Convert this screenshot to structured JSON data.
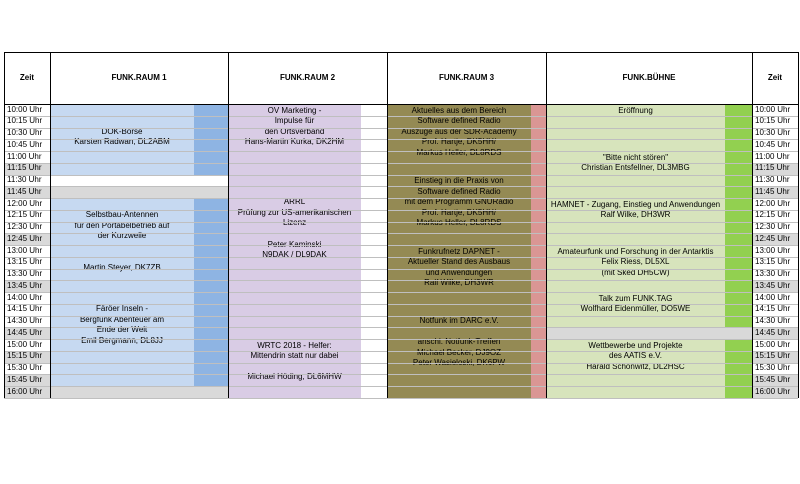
{
  "headers": {
    "zeit_left": "Zeit",
    "rooms": [
      "FUNK.RAUM 1",
      "FUNK.RAUM 2",
      "FUNK.RAUM 3",
      "FUNK.BÜHNE"
    ],
    "zeit_right": "Zeit"
  },
  "times": [
    "10:00 Uhr",
    "10:15 Uhr",
    "10:30 Uhr",
    "10:45 Uhr",
    "11:00 Uhr",
    "11:15 Uhr",
    "11:30 Uhr",
    "11:45 Uhr",
    "12:00 Uhr",
    "12:15 Uhr",
    "12:30 Uhr",
    "12:45 Uhr",
    "13:00 Uhr",
    "13:15 Uhr",
    "13:30 Uhr",
    "13:45 Uhr",
    "14:00 Uhr",
    "14:15 Uhr",
    "14:30 Uhr",
    "14:45 Uhr",
    "15:00 Uhr",
    "15:15 Uhr",
    "15:30 Uhr",
    "15:45 Uhr",
    "16:00 Uhr"
  ],
  "break_rows": [
    5,
    7,
    11,
    15,
    19,
    21,
    23,
    24
  ],
  "colors": {
    "raum1": "#c6d9f1",
    "raum1_accent": "#8eb4e3",
    "raum2": "#d9cce5",
    "raum2_accent": "#ffffff",
    "raum3": "#948a54",
    "raum3_accent": "#da9694",
    "buehne": "#d7e4bc",
    "buehne_accent": "#92d050",
    "break": "#d9d9d9"
  },
  "events": [
    {
      "col": 1,
      "start": 0,
      "end": 5,
      "lines": [
        "",
        "",
        "DOK-Börse",
        "Karsten Radwan, DL2ABM"
      ]
    },
    {
      "col": 1,
      "start": 8,
      "end": 15,
      "lines": [
        "",
        "Selbstbau-Antennen",
        "für den Portabelbetrieb auf",
        "der Kurzwelle",
        "",
        "",
        "Martin Steyer, DK7ZB"
      ]
    },
    {
      "col": 1,
      "start": 16,
      "end": 23,
      "lines": [
        "",
        "Färöer Inseln -",
        "Bergfunk Abenteuer am",
        "Ende der Welt",
        "Emil Bergmann, DL8JJ"
      ]
    },
    {
      "col": 2,
      "start": 0,
      "end": 5,
      "lines": [
        "OV Marketing -",
        "Impulse für",
        "den Ortsverband",
        "Hans-Martin Kurka, DK2HM"
      ]
    },
    {
      "col": 2,
      "start": 6,
      "end": 19,
      "lines": [
        "",
        "",
        "ARRL",
        "Prüfung zur US-amerikanischen",
        "Lizenz",
        "",
        "Peter Kaminski",
        "N9DAK / DL9DAK"
      ]
    },
    {
      "col": 2,
      "start": 20,
      "end": 24,
      "lines": [
        "WRTC 2018 - Helfer:",
        "Mittendrin statt nur dabei",
        "",
        "Michael Höding, DL6MHW"
      ]
    },
    {
      "col": 3,
      "start": 0,
      "end": 5,
      "lines": [
        "Aktuelles aus dem Bereich",
        "Software defined Radio",
        "Auszüge aus der SDR-Academy",
        "Prof. Hartje, DK5HH/",
        "Markus Heller, DL8RDS"
      ]
    },
    {
      "col": 3,
      "start": 6,
      "end": 11,
      "lines": [
        "Einstieg in die Praxis von",
        "Software defined Radio",
        "mit dem Programm GNURadio",
        "Prof. Hartje, DK5HH/",
        "Markus Heller, DL8RDS"
      ]
    },
    {
      "col": 3,
      "start": 12,
      "end": 16,
      "lines": [
        "Funkrufnetz DAPNET -",
        "Aktueller Stand des Ausbaus",
        "und Anwendungen",
        "Ralf Wilke, DH3WR"
      ]
    },
    {
      "col": 3,
      "start": 17,
      "end": 24,
      "lines": [
        "",
        "Notfunk im DARC e.V.",
        "",
        "anschl. Notfunk-Treffen",
        "Michael Becker, DJ9OZ",
        "Peter Wasieloski, DK6PW"
      ]
    },
    {
      "col": 4,
      "start": 0,
      "end": 3,
      "lines": [
        "Eröffnung"
      ]
    },
    {
      "col": 4,
      "start": 4,
      "end": 7,
      "lines": [
        "\"Bitte nicht stören\"",
        "Christian Entsfellner, DL3MBG"
      ]
    },
    {
      "col": 4,
      "start": 8,
      "end": 11,
      "lines": [
        "HAMNET - Zugang, Einstieg und Anwendungen",
        "Ralf Wilke, DH3WR"
      ]
    },
    {
      "col": 4,
      "start": 12,
      "end": 15,
      "lines": [
        "Amateurfunk und Forschung in der Antarktis",
        "Felix Riess, DL5XL",
        "(mit Sked DH5CW)"
      ]
    },
    {
      "col": 4,
      "start": 16,
      "end": 18,
      "lines": [
        "Talk zum FUNK.TAG",
        "Wolfhard Eidenmüller, DO5WE"
      ]
    },
    {
      "col": 4,
      "start": 20,
      "end": 24,
      "lines": [
        "Wettbewerbe und Projekte",
        "des AATIS e.V.",
        "Harald Schönwitz, DL2HSC"
      ]
    }
  ]
}
